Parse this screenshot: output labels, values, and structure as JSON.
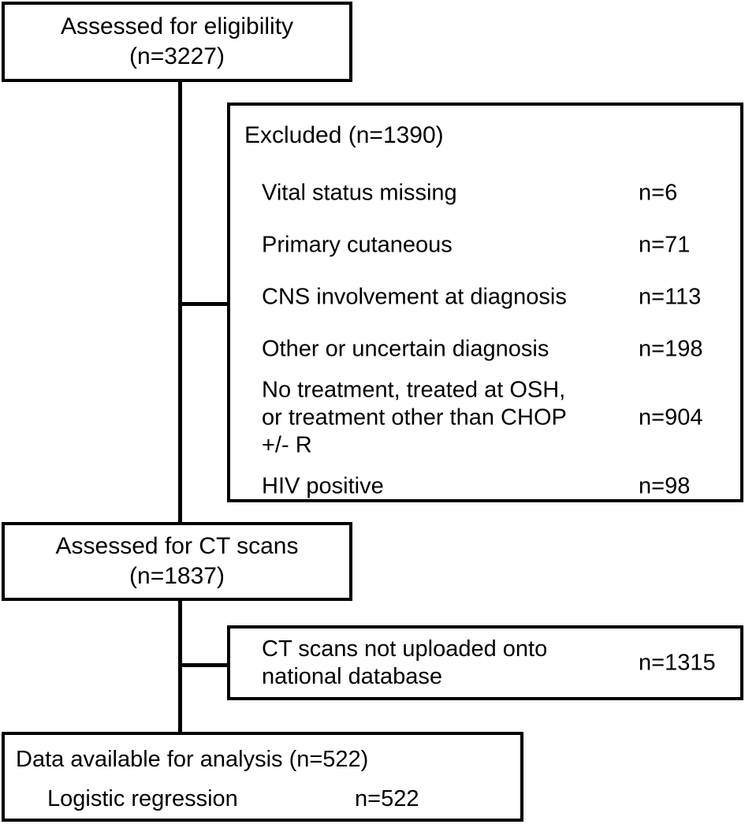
{
  "figure": {
    "type": "flowchart",
    "description": "CONSORT-style participant flow diagram"
  },
  "boxes": {
    "eligibility": {
      "line1": "Assessed for eligibility",
      "line2": "(n=3227)"
    },
    "excluded": {
      "title": "Excluded (n=1390)",
      "items": [
        {
          "label": "Vital status missing",
          "n": "n=6"
        },
        {
          "label": "Primary cutaneous",
          "n": "n=71"
        },
        {
          "label": "CNS involvement at diagnosis",
          "n": "n=113"
        },
        {
          "label": "Other or uncertain diagnosis",
          "n": "n=198"
        },
        {
          "label": "No treatment, treated at OSH,\nor treatment other than CHOP\n+/- R",
          "n": "n=904"
        },
        {
          "label": "HIV positive",
          "n": "n=98"
        }
      ]
    },
    "ct_assessed": {
      "line1": "Assessed for CT scans",
      "line2": "(n=1837)"
    },
    "ct_excluded": {
      "label": "CT scans not uploaded onto\nnational database",
      "n": "n=1315"
    },
    "final": {
      "title": "Data available for analysis (n=522)",
      "row_label": "Logistic regression",
      "row_n": "n=522"
    }
  },
  "colors": {
    "stroke": "#000000",
    "background": "#ffffff",
    "text": "#000000"
  }
}
